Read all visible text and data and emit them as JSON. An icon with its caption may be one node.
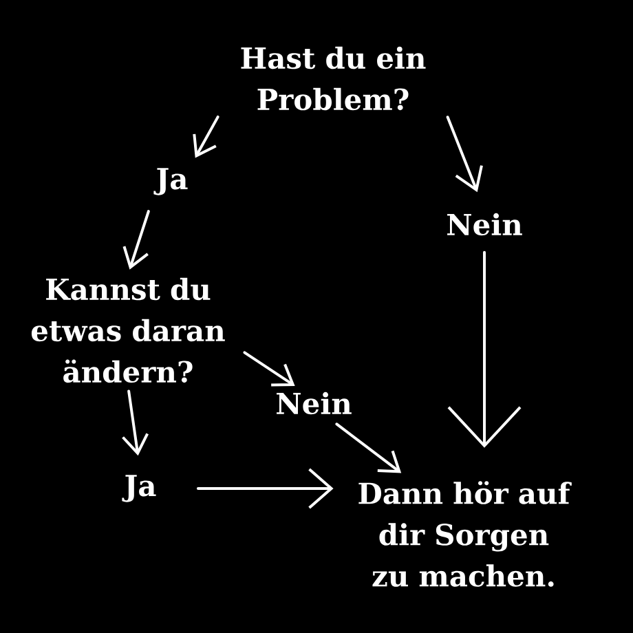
{
  "diagram": {
    "nodes": [
      {
        "text": [
          "Hast du ein Problem?"
        ]
      },
      {
        "text": [
          "Ja"
        ]
      },
      {
        "text": [
          "Nein"
        ]
      },
      {
        "text": [
          "Kannst du etwas daran ändern?"
        ]
      },
      {
        "text": [
          "Nein"
        ]
      },
      {
        "text": [
          "Ja"
        ]
      },
      {
        "text": [
          "Dann hör auf dir Sorgen zu machen."
        ]
      }
    ],
    "edges": [
      {
        "from": 0,
        "to": 1,
        "arrow": "to"
      },
      {
        "from": 0,
        "to": 2,
        "arrow": "to"
      },
      {
        "from": 1,
        "to": 3,
        "arrow": "to"
      },
      {
        "from": 2,
        "to": 6,
        "arrow": "to"
      },
      {
        "from": 3,
        "to": 4,
        "arrow": "to"
      },
      {
        "from": 3,
        "to": 5,
        "arrow": "to"
      },
      {
        "from": 4,
        "to": 6,
        "arrow": "to"
      },
      {
        "from": 5,
        "to": 6,
        "arrow": "to"
      }
    ]
  }
}
